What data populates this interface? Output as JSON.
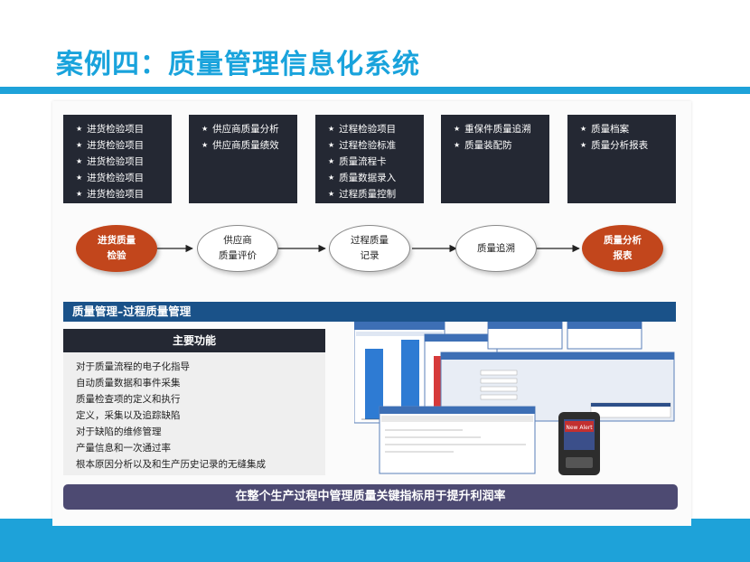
{
  "title": "案例四：质量管理信息化系统",
  "columns": [
    {
      "items": [
        "进货检验项目",
        "进货检验项目",
        "进货检验项目",
        "进货检验项目",
        "进货检验项目"
      ]
    },
    {
      "items": [
        "供应商质量分析",
        "供应商质量绩效"
      ]
    },
    {
      "items": [
        "过程检验项目",
        "过程检验标准",
        "质量流程卡",
        "质量数据录入",
        "过程质量控制"
      ]
    },
    {
      "items": [
        "重保件质量追溯",
        "质量装配防"
      ]
    },
    {
      "items": [
        "质量档案",
        "质量分析报表"
      ]
    }
  ],
  "nodes": [
    {
      "line1": "进货质量",
      "line2": "检验"
    },
    {
      "line1": "供应商",
      "line2": "质量评价"
    },
    {
      "line1": "过程质量",
      "line2": "记录"
    },
    {
      "line1": "质量追溯",
      "line2": ""
    },
    {
      "line1": "质量分析",
      "line2": "报表"
    }
  ],
  "section_bar": "质量管理–过程质量管理",
  "functions": {
    "header": "主要功能",
    "items": [
      "对于质量流程的电子化指导",
      "自动质量数据和事件采集",
      "质量检查项的定义和执行",
      "定义，采集以及追踪缺陷",
      "对于缺陷的维修管理",
      "产量信息和一次通过率",
      "根本原因分析以及和生产历史记录的无缝集成"
    ]
  },
  "banner": "在整个生产过程中管理质量关键指标用于提升利润率",
  "screenshot": {
    "alert_text": "New Alert"
  },
  "colors": {
    "title": "#19a3dc",
    "accent_node": "#c2461c",
    "dark_box": "#242833",
    "section_bar": "#1a5289",
    "banner": "#4d4a72",
    "band": "#1ea2d9"
  }
}
